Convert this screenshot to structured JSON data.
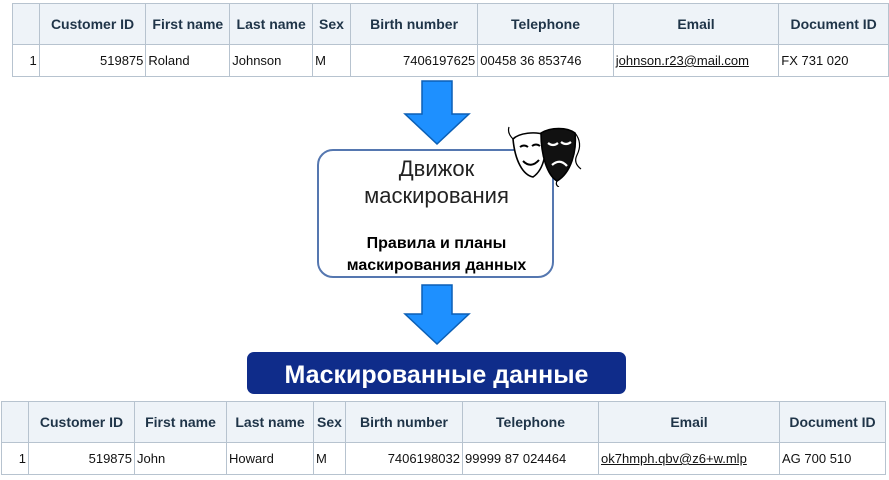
{
  "source_table": {
    "headers": [
      "",
      "Customer ID",
      "First name",
      "Last name",
      "Sex",
      "Birth number",
      "Telephone",
      "Email",
      "Document ID"
    ],
    "row": {
      "num": "1",
      "customer_id": "519875",
      "first_name": "Roland",
      "last_name": "Johnson",
      "sex": "M",
      "birth_number": "7406197625",
      "telephone": "00458 36 853746",
      "email": "johnson.r23@mail.com",
      "document_id": "FX 731 020"
    }
  },
  "engine": {
    "title_line1": "Движок",
    "title_line2": "маскирования",
    "subtitle_line1": "Правила и планы",
    "subtitle_line2": "маскирования данных",
    "icon": "theater-masks-icon"
  },
  "result_banner": "Маскированные данные",
  "masked_table": {
    "headers": [
      "",
      "Customer ID",
      "First name",
      "Last name",
      "Sex",
      "Birth number",
      "Telephone",
      "Email",
      "Document ID"
    ],
    "row": {
      "num": "1",
      "customer_id": "519875",
      "first_name": "John",
      "last_name": "Howard",
      "sex": "M",
      "birth_number": "7406198032",
      "telephone": "99999 87 024464",
      "email": "ok7hmph.qbv@z6+w.mlp",
      "document_id": "AG 700 510"
    }
  },
  "colors": {
    "arrow": "#1e90ff",
    "engine_border": "#5577b0",
    "banner": "#0f2c8a",
    "header_bg": "#eef3f8",
    "link": "#1f8fd6"
  }
}
